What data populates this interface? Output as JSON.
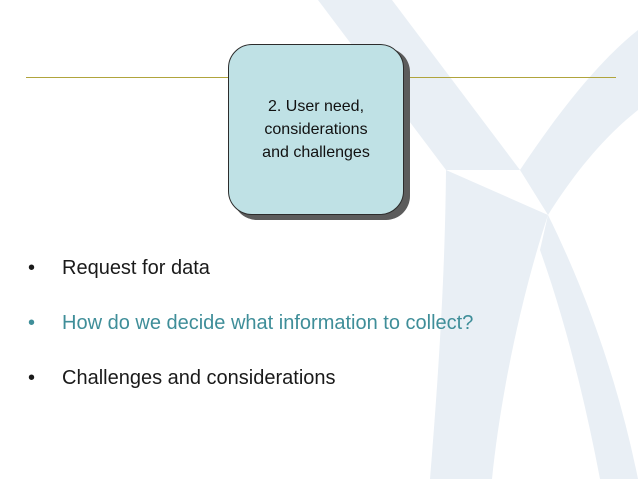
{
  "card": {
    "text": "2. User need,\nconsiderations\nand challenges"
  },
  "bullets": [
    {
      "marker": "•",
      "text": "Request for data"
    },
    {
      "marker": "•",
      "text": "How do we decide what information to collect?"
    },
    {
      "marker": "•",
      "text": "Challenges and considerations"
    }
  ],
  "colors": {
    "accent": "#3f8e99",
    "rule": "#b0a43c",
    "card_fill": "#bfe1e5",
    "watermark": "#e8eef4"
  }
}
